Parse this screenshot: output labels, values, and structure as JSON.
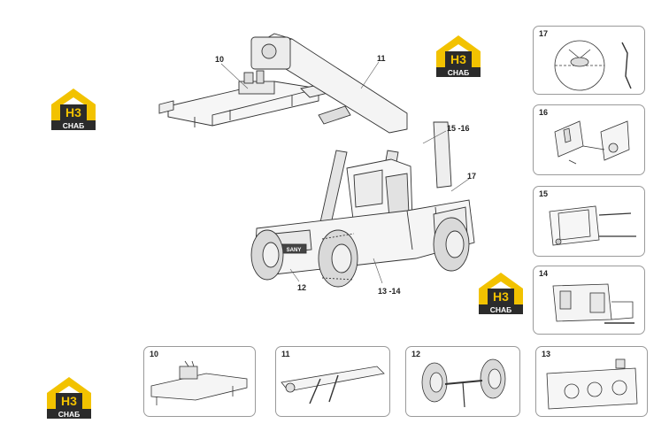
{
  "logo": {
    "text_top": "H3",
    "text_bottom": "СНАБ",
    "color_yellow": "#f2c200",
    "color_dark": "#2b2b2b"
  },
  "callouts": {
    "c10": "10",
    "c11": "11",
    "c15_16": "15 -16",
    "c17": "17",
    "c12": "12",
    "c13_14": "13 -14"
  },
  "panels": {
    "p17": "17",
    "p16": "16",
    "p15": "15",
    "p14": "14",
    "p10": "10",
    "p11": "11",
    "p12": "12",
    "p13": "13"
  },
  "machine": {
    "badge_text": "SANY"
  }
}
